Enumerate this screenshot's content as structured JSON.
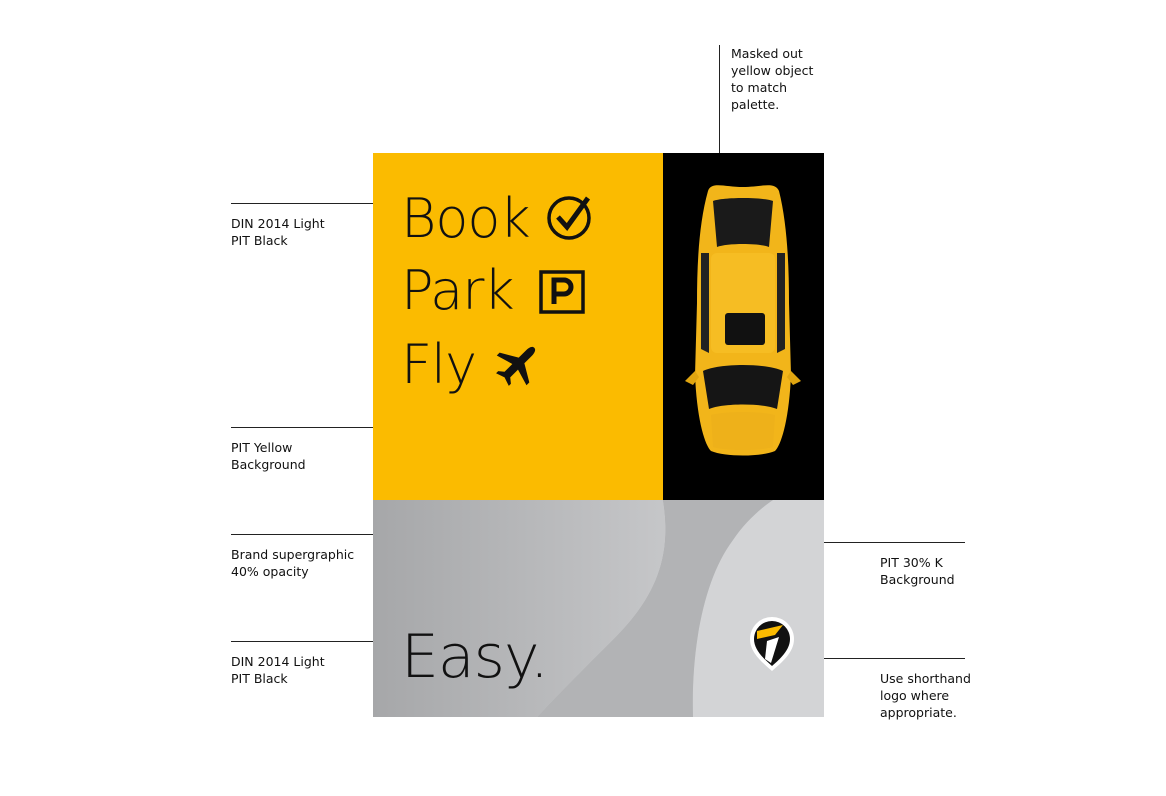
{
  "annotations": {
    "masked_object": "Masked out\nyellow object\nto match\npalette.",
    "headline_font": "DIN 2014 Light\nPIT Black",
    "background": "PIT Yellow\nBackground",
    "supergraphic": "Brand supergraphic\n40% opacity",
    "easy_font": "DIN 2014 Light\nPIT Black",
    "grey_background": "PIT 30% K\nBackground",
    "logo_note": "Use shorthand\nlogo where\nappropriate."
  },
  "poster": {
    "headline_1": "Book",
    "headline_2": "Park",
    "headline_3": "Fly",
    "tagline": "Easy.",
    "colors": {
      "yellow": "#fbbb00",
      "black": "#000000",
      "grey": "#a6a7a9"
    },
    "icons": [
      "check-circle-icon",
      "parking-icon",
      "airplane-icon",
      "car-top-view-image",
      "shorthand-logo-icon"
    ]
  }
}
